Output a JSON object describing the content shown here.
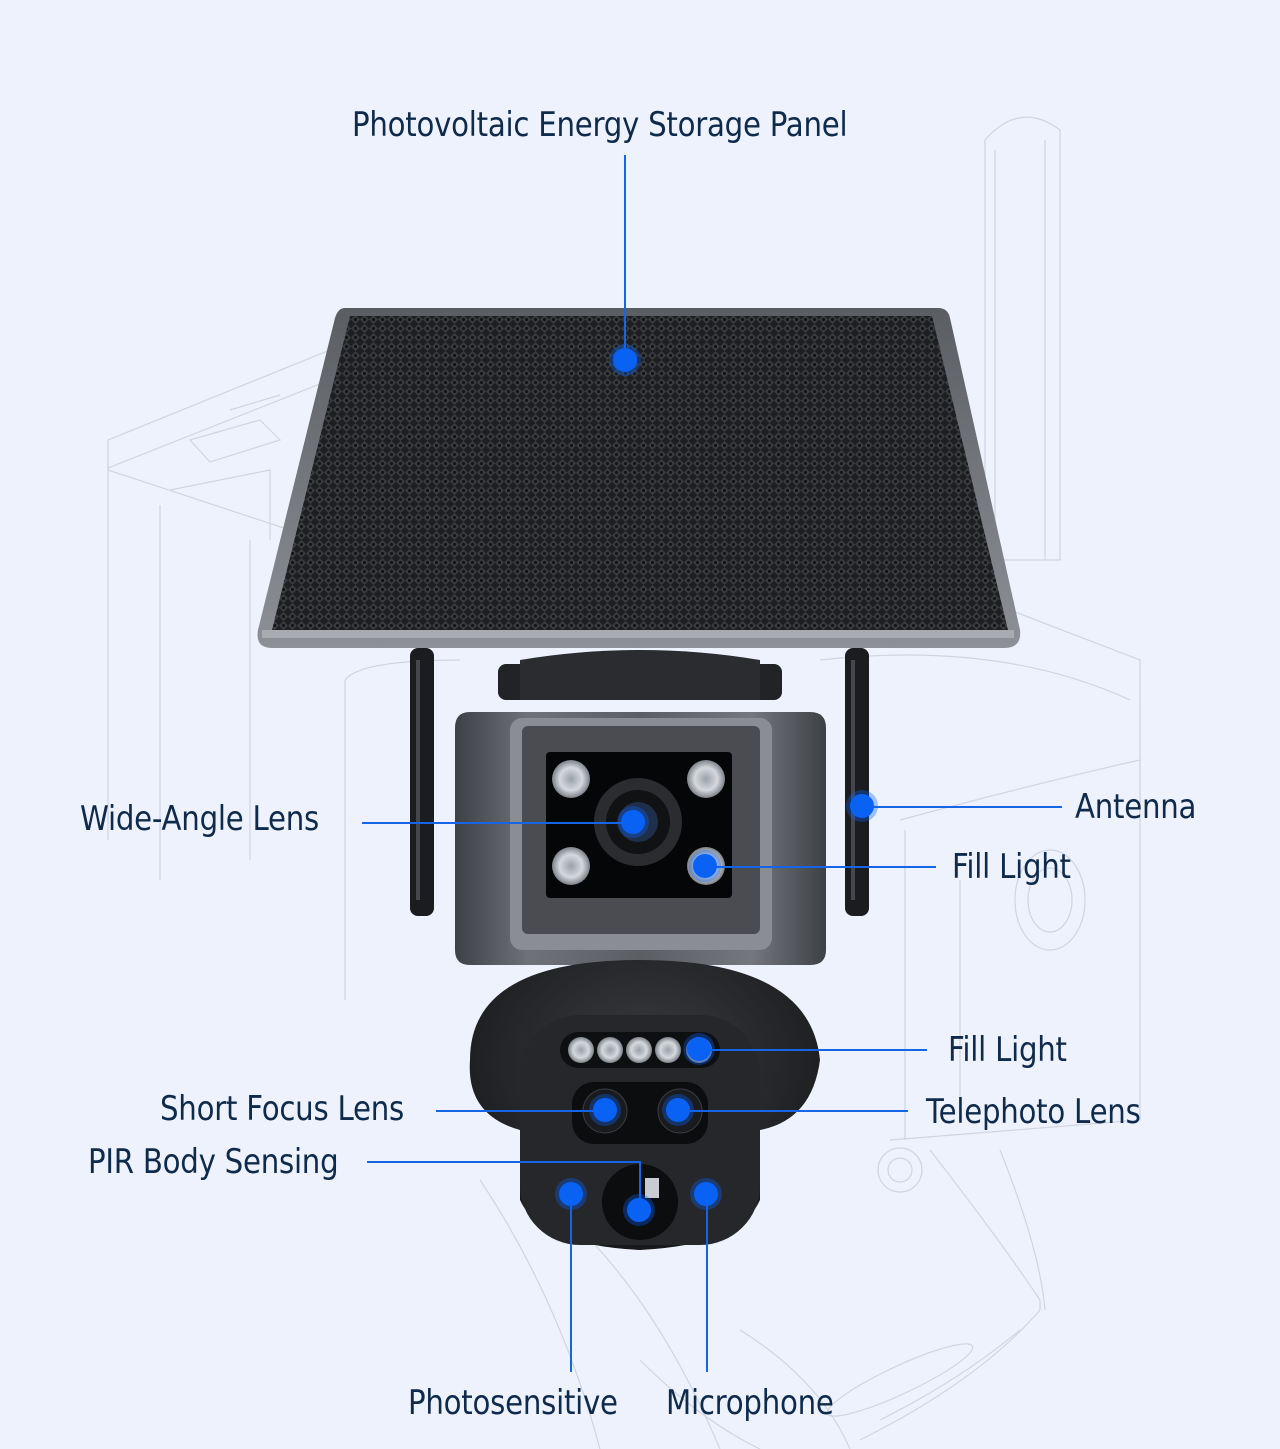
{
  "diagram": {
    "subject": "Solar-powered dual-lens PTZ security camera",
    "accent_color": "#0a62f5",
    "text_color": "#0f2a4a",
    "background_color": "#eef2fc",
    "callouts": [
      {
        "id": "solar_panel",
        "label": "Photovoltaic Energy Storage Panel"
      },
      {
        "id": "wide_angle_lens",
        "label": "Wide-Angle Lens"
      },
      {
        "id": "antenna",
        "label": "Antenna"
      },
      {
        "id": "fill_light_upper",
        "label": "Fill Light"
      },
      {
        "id": "fill_light_lower",
        "label": "Fill Light"
      },
      {
        "id": "short_focus_lens",
        "label": "Short Focus Lens"
      },
      {
        "id": "telephoto_lens",
        "label": "Telephoto Lens"
      },
      {
        "id": "pir_sensor",
        "label": "PIR Body Sensing"
      },
      {
        "id": "photosensitive",
        "label": "Photosensitive"
      },
      {
        "id": "microphone",
        "label": "Microphone"
      }
    ]
  }
}
